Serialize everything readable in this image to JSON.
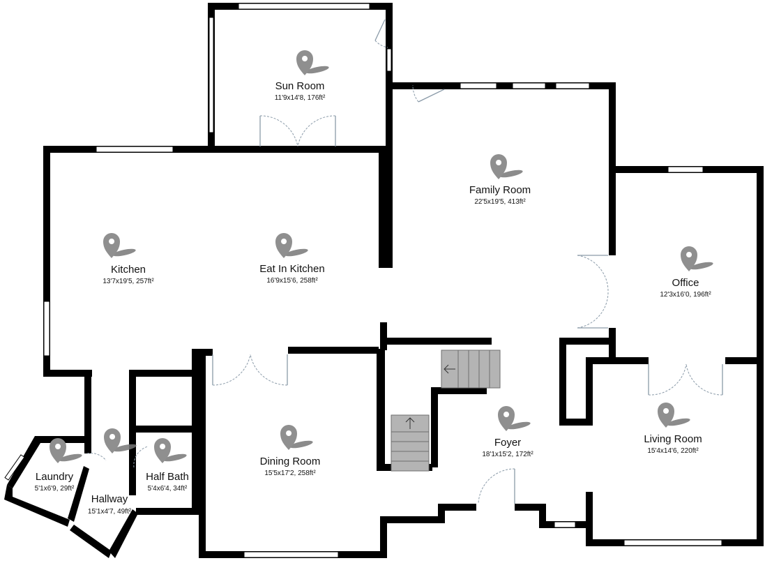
{
  "rooms": [
    {
      "id": "sun-room",
      "name": "Sun Room",
      "dims": "11'9x14'8, 176ft²"
    },
    {
      "id": "family-room",
      "name": "Family Room",
      "dims": "22'5x19'5, 413ft²"
    },
    {
      "id": "kitchen",
      "name": "Kitchen",
      "dims": "13'7x19'5, 257ft²"
    },
    {
      "id": "eat-in-kitchen",
      "name": "Eat In Kitchen",
      "dims": "16'9x15'6, 258ft²"
    },
    {
      "id": "office",
      "name": "Office",
      "dims": "12'3x16'0, 196ft²"
    },
    {
      "id": "foyer",
      "name": "Foyer",
      "dims": "18'1x15'2, 172ft²"
    },
    {
      "id": "living-room",
      "name": "Living Room",
      "dims": "15'4x14'6, 220ft²"
    },
    {
      "id": "dining-room",
      "name": "Dining Room",
      "dims": "15'5x17'2, 258ft²"
    },
    {
      "id": "laundry",
      "name": "Laundry",
      "dims": "5'1x6'9, 29ft²"
    },
    {
      "id": "hallway",
      "name": "Hallway",
      "dims": "15'1x4'7, 49ft²"
    },
    {
      "id": "half-bath",
      "name": "Half Bath",
      "dims": "5'4x6'4, 34ft²"
    }
  ],
  "icons": {
    "room_marker": "map-pin-icon",
    "stairs_direction": "arrow-icon"
  }
}
